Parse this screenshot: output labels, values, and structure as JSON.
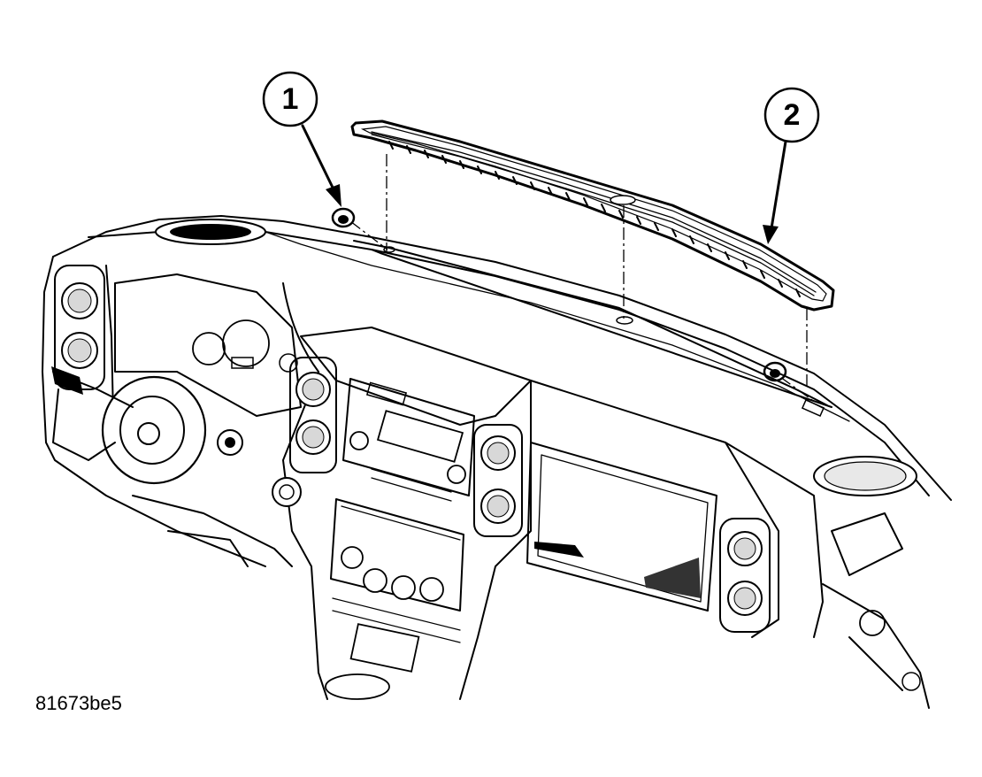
{
  "callouts": [
    {
      "label": "1"
    },
    {
      "label": "2"
    }
  ],
  "figure_id": "81673be5"
}
